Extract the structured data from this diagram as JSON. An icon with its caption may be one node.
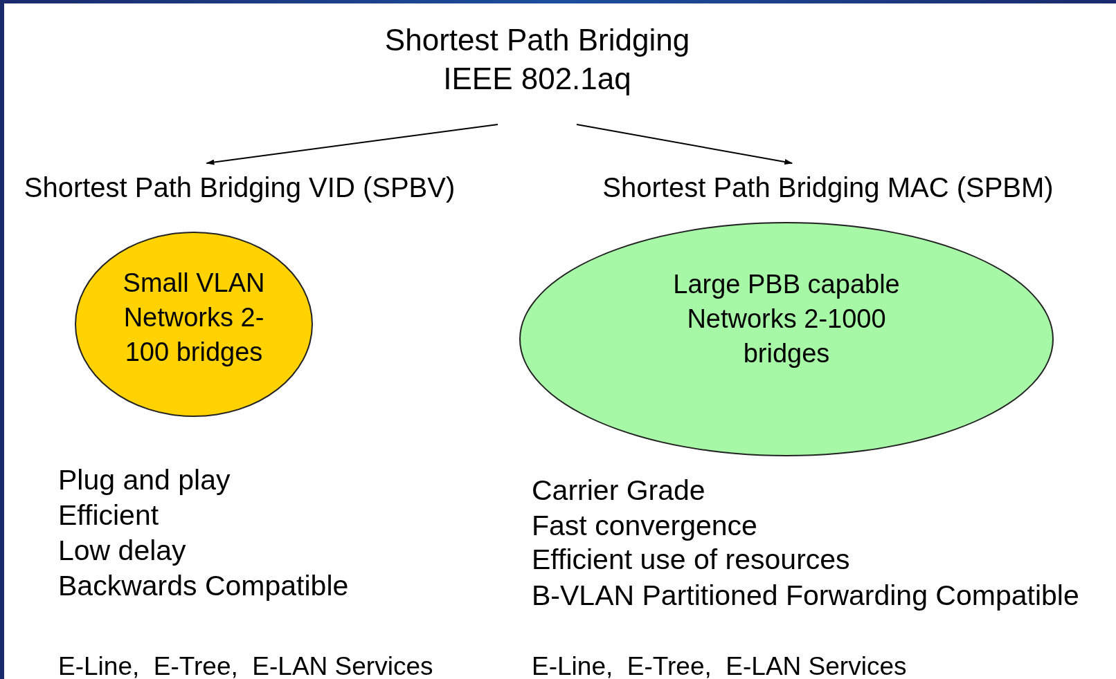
{
  "diagram": {
    "nodes": [
      {
        "text": [
          "Shortest Path Bridging IEEE 802.1aq"
        ]
      },
      {
        "text": [
          "Shortest Path Bridging VID (SPBV)"
        ]
      },
      {
        "text": [
          "Shortest Path Bridging MAC (SPBM)"
        ]
      },
      {
        "text": [
          "Small VLAN Networks 2-100 bridges"
        ]
      },
      {
        "text": [
          "Large PBB capable Networks 2-1000 bridges"
        ]
      }
    ],
    "edges": [
      {
        "from": 0,
        "to": 1,
        "arrow": "to"
      },
      {
        "from": 0,
        "to": 2,
        "arrow": "to"
      }
    ],
    "labels": [
      "Plug and play",
      "Efficient",
      "Low delay",
      "Backwards Compatible",
      "Carrier Grade",
      "Fast convergence",
      "Efficient use of resources",
      "B-VLAN Partitioned Forwarding Compatible",
      "E-Line,  E-Tree,  E-LAN Services",
      "E-Line,  E-Tree,  E-LAN Services"
    ]
  }
}
